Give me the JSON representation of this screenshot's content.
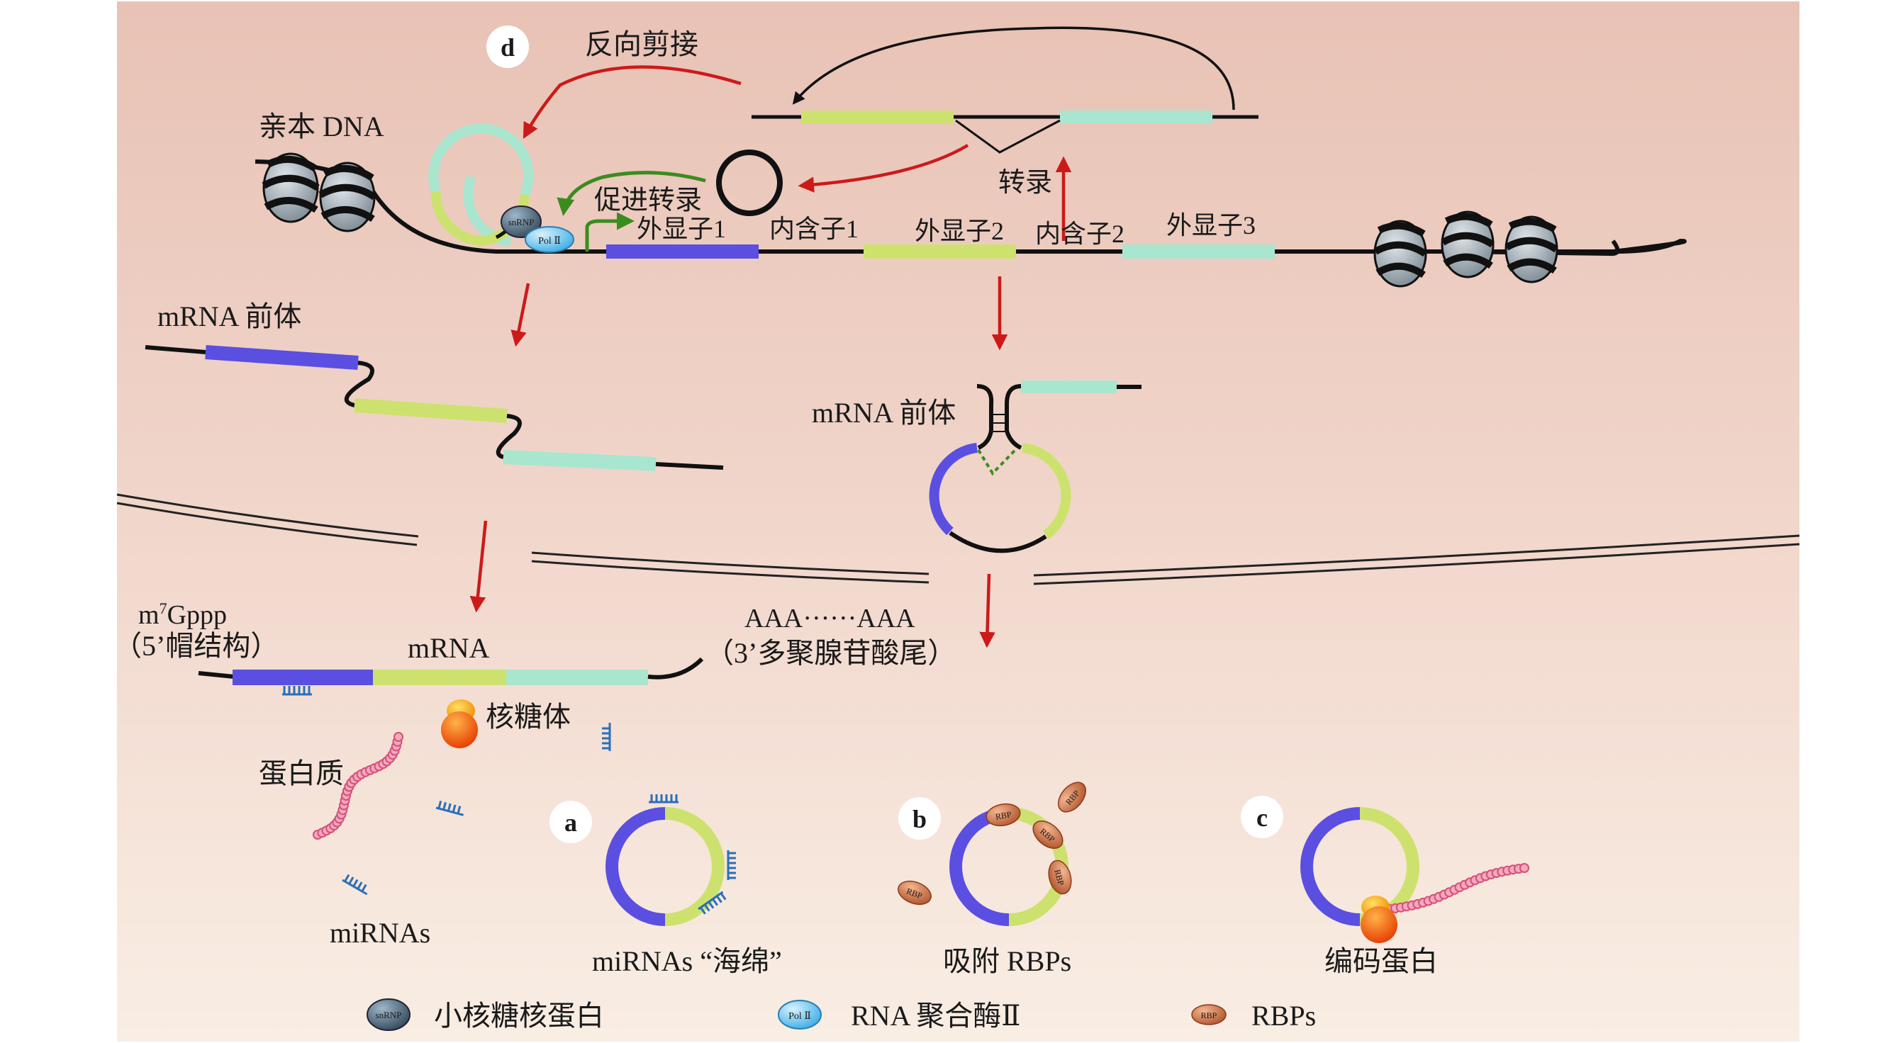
{
  "labels": {
    "panel_d": "d",
    "back_splicing": "反向剪接",
    "parental_dna": "亲本 DNA",
    "promote_transcription": "促进转录",
    "transcription": "转录",
    "exon1": "外显子1",
    "intron1": "内含子1",
    "exon2": "外显子2",
    "intron2": "内含子2",
    "exon3": "外显子3",
    "pre_mrna_left": "mRNA 前体",
    "pre_mrna_right": "mRNA 前体",
    "cap_main": "m",
    "cap_sup": "7",
    "cap_rest": "Gppp",
    "cap_desc": "（5’帽结构）",
    "mrna": "mRNA",
    "polya": "AAA······AAA",
    "polya_desc": "（3’多聚腺苷酸尾）",
    "ribosome": "核糖体",
    "protein": "蛋白质",
    "mirnas": "miRNAs",
    "panel_a": "a",
    "panel_b": "b",
    "panel_c": "c",
    "mirna_sponge": "miRNAs “海绵”",
    "adsorb_rbps": "吸附 RBPs",
    "encode_protein": "编码蛋白",
    "snrnp_small": "snRNP",
    "polii_small": "Pol Ⅱ",
    "rbp_small": "RBP"
  },
  "legend": [
    {
      "label": "小核糖核蛋白",
      "icon": "snrnp-icon"
    },
    {
      "label": "RNA 聚合酶Ⅱ",
      "icon": "pol-ii-icon"
    },
    {
      "label": "RBPs",
      "icon": "rbp-icon"
    }
  ],
  "colors": {
    "exon1": "#5a4fe0",
    "exon2": "#cde26e",
    "exon3": "#a8e6cf",
    "arrow_red": "#cc1a1a",
    "arrow_green": "#3a8c1e",
    "protein": "#e87090",
    "mirna": "#2a6fb8",
    "rbp": "#c8623a",
    "bg_top": "#e9c4b8",
    "bg_bottom": "#f8ebe1"
  }
}
